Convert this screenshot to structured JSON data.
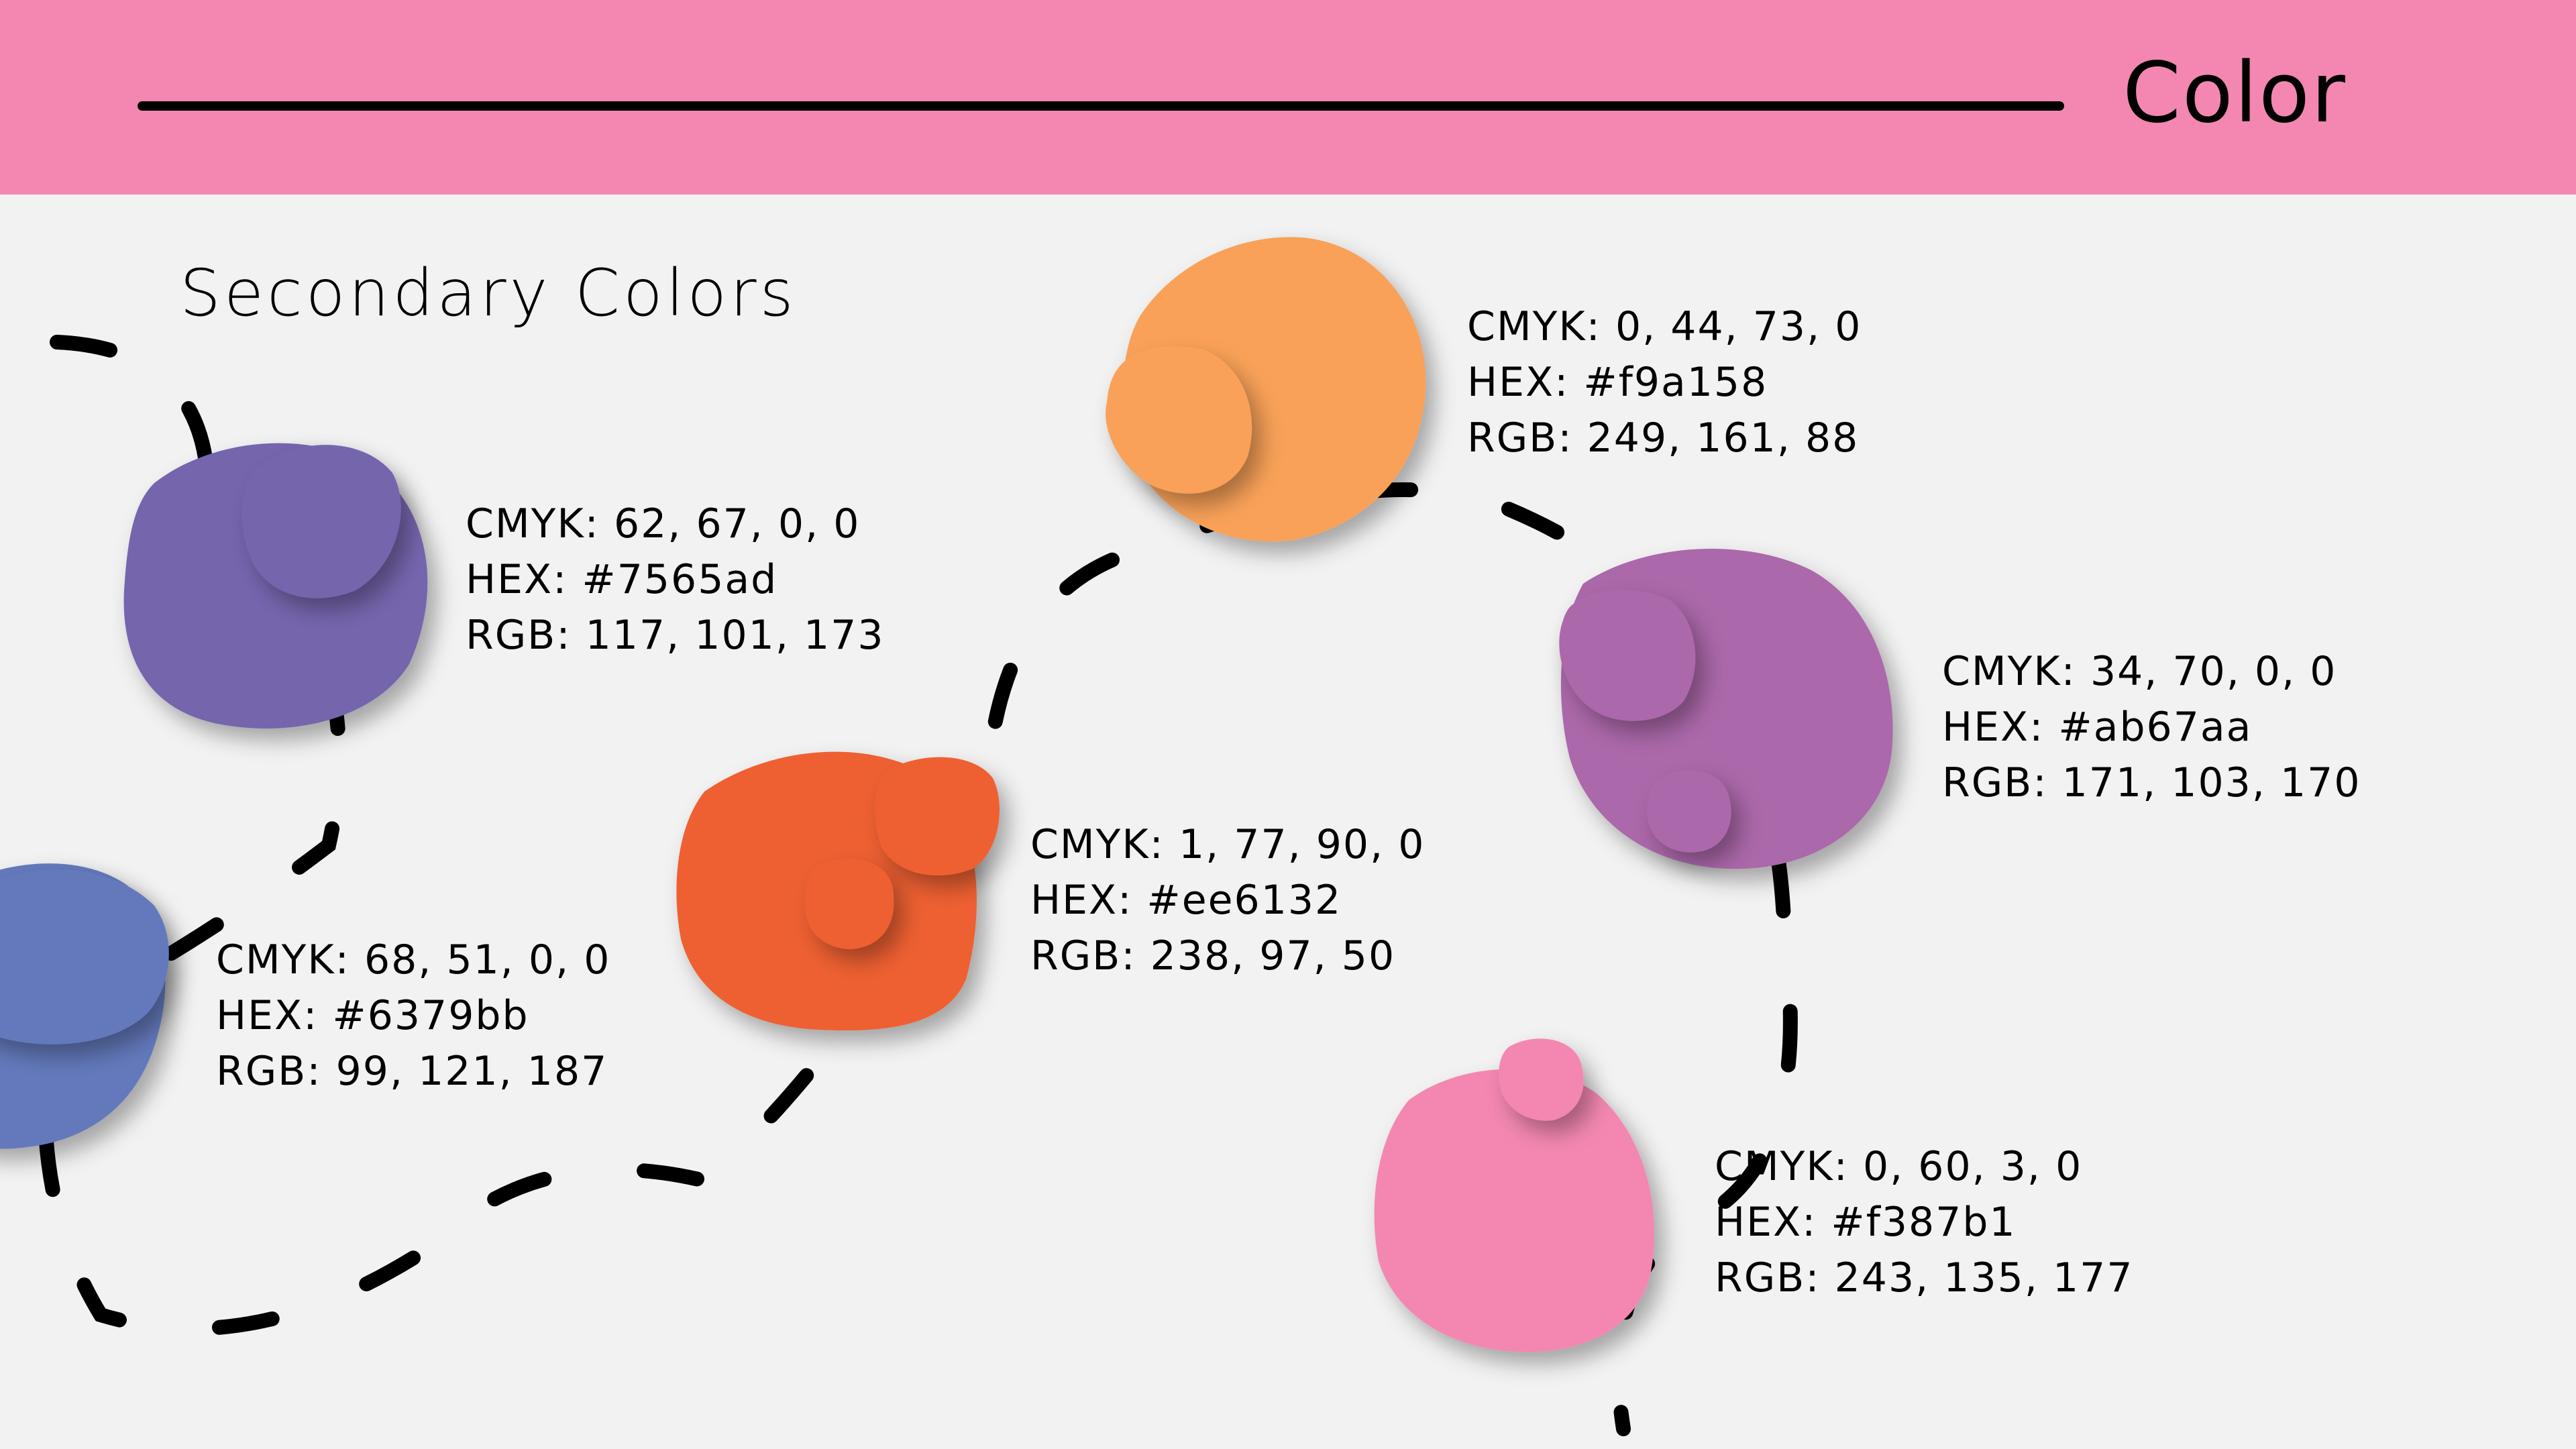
{
  "header": {
    "title": "Color",
    "accent_color": "#f387b1"
  },
  "section": {
    "title": "Secondary Colors"
  },
  "swatches": [
    {
      "name": "purple",
      "color": "#7565ad",
      "cmyk": "CMYK: 62, 67, 0, 0",
      "hex": "HEX: #7565ad",
      "rgb": "RGB: 117, 101, 173"
    },
    {
      "name": "blue",
      "color": "#6379bb",
      "cmyk": "CMYK: 68, 51, 0, 0",
      "hex": "HEX: #6379bb",
      "rgb": "RGB: 99, 121, 187"
    },
    {
      "name": "orange-red",
      "color": "#ee6132",
      "cmyk": "CMYK: 1, 77, 90, 0",
      "hex": "HEX: #ee6132",
      "rgb": "RGB: 238, 97, 50"
    },
    {
      "name": "orange",
      "color": "#f9a158",
      "cmyk": "CMYK: 0, 44, 73, 0",
      "hex": "HEX: #f9a158",
      "rgb": "RGB: 249, 161, 88"
    },
    {
      "name": "violet",
      "color": "#ab67aa",
      "cmyk": "CMYK: 34, 70, 0, 0",
      "hex": "HEX: #ab67aa",
      "rgb": "RGB: 171, 103, 170"
    },
    {
      "name": "pink",
      "color": "#f387b1",
      "cmyk": "CMYK: 0, 60, 3, 0",
      "hex": "HEX: #f387b1",
      "rgb": "RGB: 243, 135, 177"
    }
  ]
}
